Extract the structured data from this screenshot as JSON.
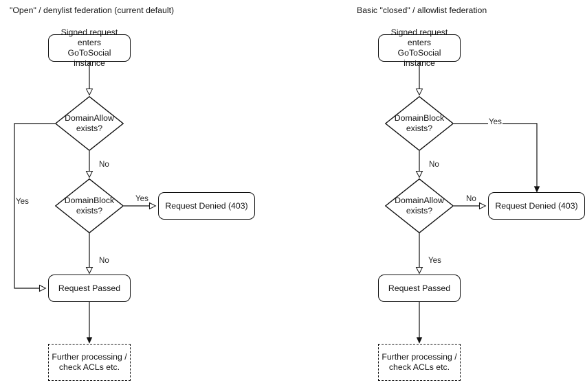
{
  "diagram": {
    "type": "flowchart",
    "background": "#ffffff",
    "line_color": "#111111",
    "text_color": "#141414",
    "columns": [
      {
        "id": "open-denylist",
        "title": "\"Open\" / denylist federation (current default)",
        "nodes": [
          {
            "id": "l-entry",
            "label": "Signed request enters\nGoToSocial instance",
            "shape": "rounded"
          },
          {
            "id": "l-allow",
            "label": "DomainAllow\nexists?",
            "shape": "diamond"
          },
          {
            "id": "l-block",
            "label": "DomainBlock\nexists?",
            "shape": "diamond"
          },
          {
            "id": "l-denied",
            "label": "Request Denied (403)",
            "shape": "rounded"
          },
          {
            "id": "l-passed",
            "label": "Request Passed",
            "shape": "rounded"
          },
          {
            "id": "l-further",
            "label": "Further processing /\ncheck ACLs etc.",
            "shape": "dashed"
          }
        ],
        "edges": [
          {
            "from": "l-entry",
            "to": "l-allow",
            "label": ""
          },
          {
            "from": "l-allow",
            "to": "l-passed",
            "label": "Yes"
          },
          {
            "from": "l-allow",
            "to": "l-block",
            "label": "No"
          },
          {
            "from": "l-block",
            "to": "l-denied",
            "label": "Yes"
          },
          {
            "from": "l-block",
            "to": "l-passed",
            "label": "No"
          },
          {
            "from": "l-passed",
            "to": "l-further",
            "label": ""
          }
        ]
      },
      {
        "id": "closed-allowlist",
        "title": "Basic \"closed\" / allowlist federation",
        "nodes": [
          {
            "id": "r-entry",
            "label": "Signed request enters\nGoToSocial instance",
            "shape": "rounded"
          },
          {
            "id": "r-block",
            "label": "DomainBlock\nexists?",
            "shape": "diamond"
          },
          {
            "id": "r-allow",
            "label": "DomainAllow\nexists?",
            "shape": "diamond"
          },
          {
            "id": "r-denied",
            "label": "Request Denied (403)",
            "shape": "rounded"
          },
          {
            "id": "r-passed",
            "label": "Request Passed",
            "shape": "rounded"
          },
          {
            "id": "r-further",
            "label": "Further processing /\ncheck ACLs etc.",
            "shape": "dashed"
          }
        ],
        "edges": [
          {
            "from": "r-entry",
            "to": "r-block",
            "label": ""
          },
          {
            "from": "r-block",
            "to": "r-denied",
            "label": "Yes"
          },
          {
            "from": "r-block",
            "to": "r-allow",
            "label": "No"
          },
          {
            "from": "r-allow",
            "to": "r-denied",
            "label": "No"
          },
          {
            "from": "r-allow",
            "to": "r-passed",
            "label": "Yes"
          },
          {
            "from": "r-passed",
            "to": "r-further",
            "label": ""
          }
        ]
      }
    ],
    "edge_labels": {
      "left_allow_yes": "Yes",
      "left_allow_no": "No",
      "left_block_yes": "Yes",
      "left_block_no": "No",
      "right_block_yes": "Yes",
      "right_block_no": "No",
      "right_allow_no": "No",
      "right_allow_yes": "Yes"
    }
  }
}
